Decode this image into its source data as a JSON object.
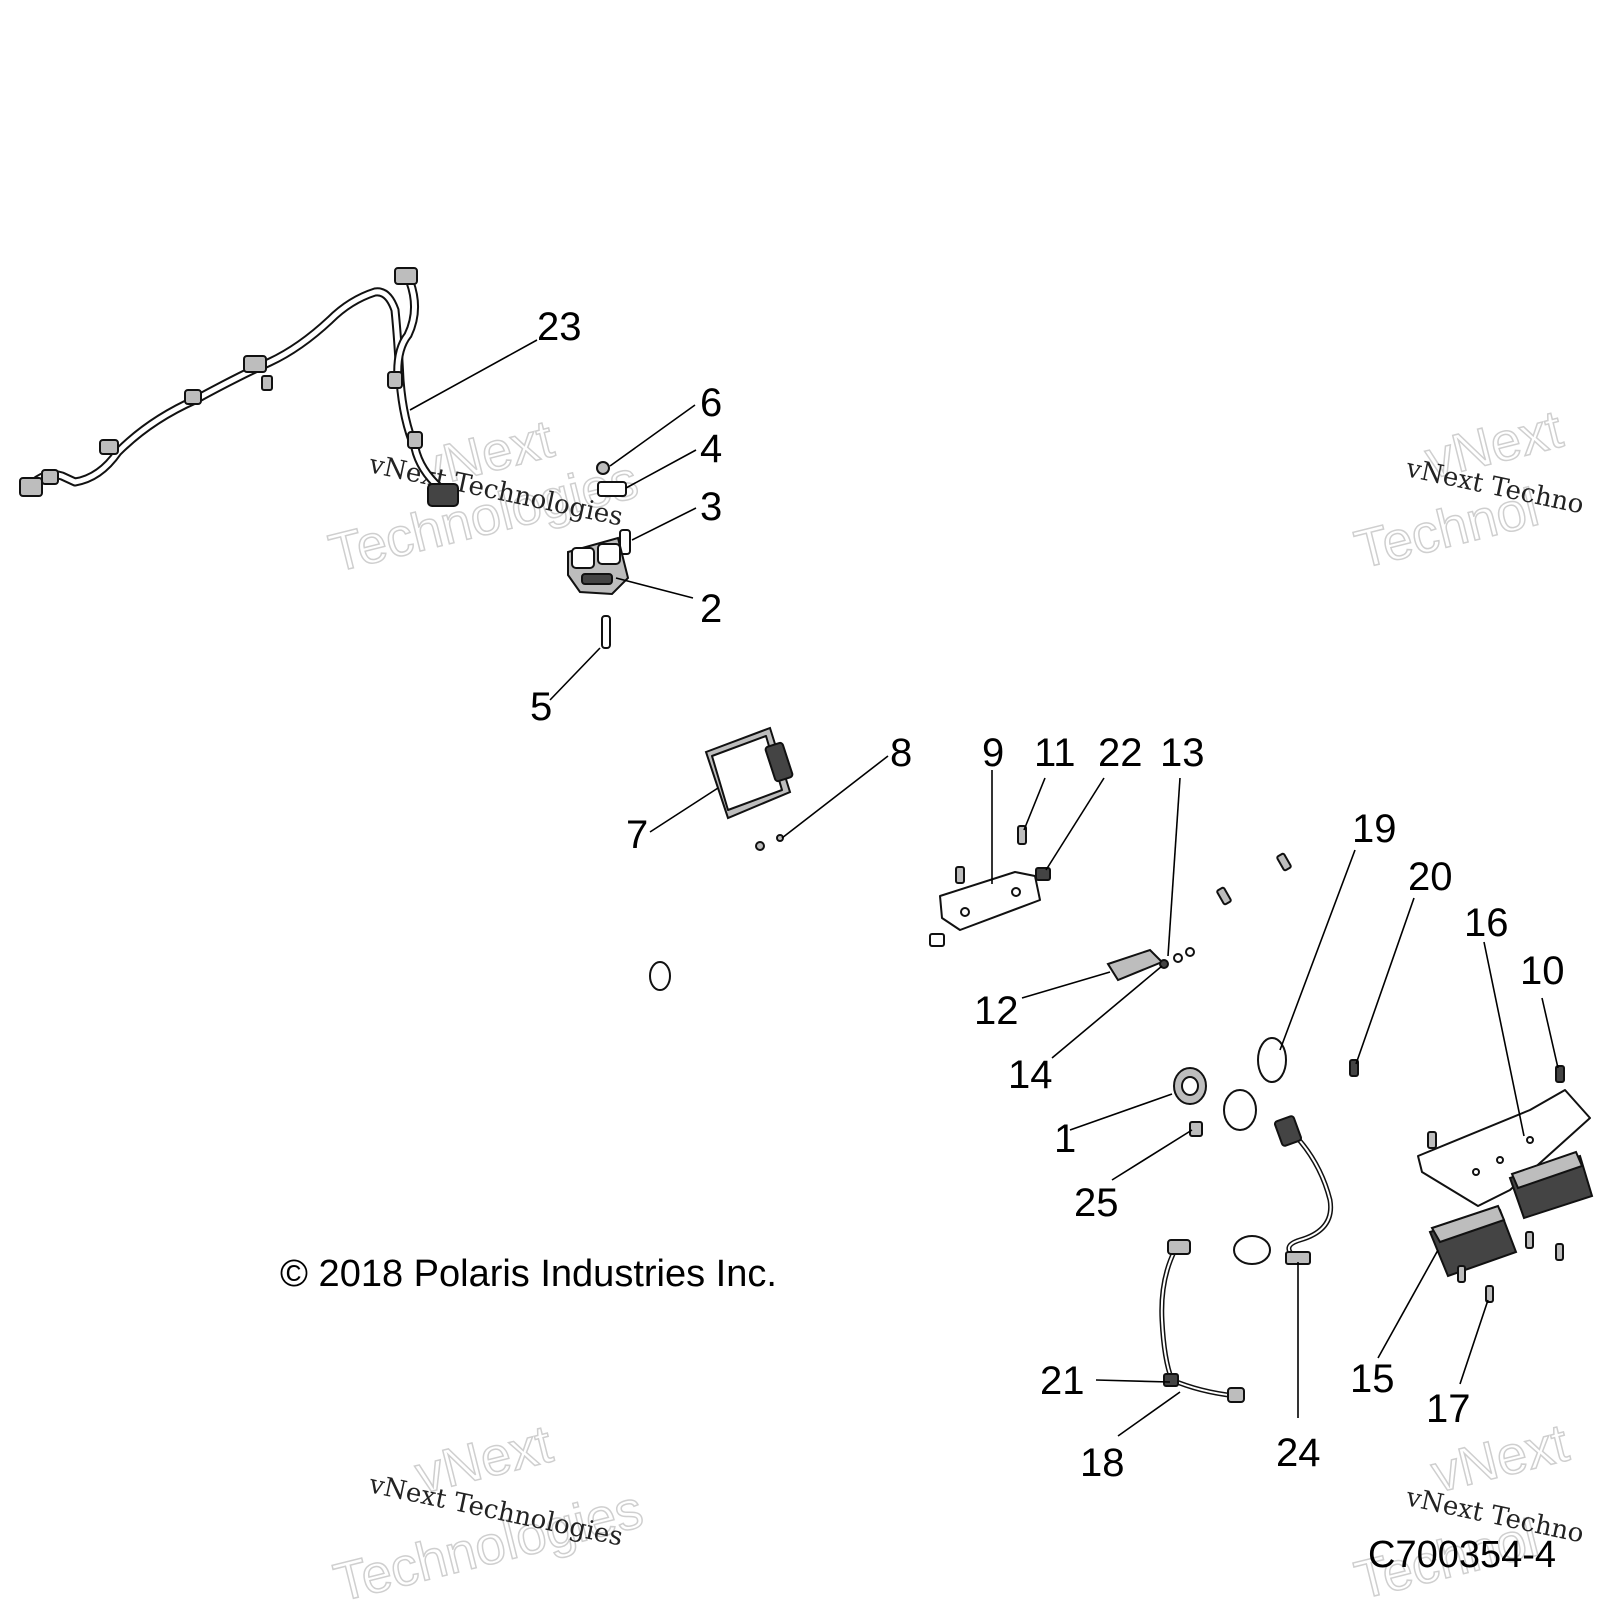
{
  "copyright": "© 2018 Polaris Industries Inc.",
  "drawing_id": "C700354-4",
  "watermark": {
    "line1": "vNext",
    "line2": "Technologies",
    "caption": "vNext Technologies",
    "caption_cut": "vNext Techno",
    "line1_cut": "vNext",
    "line2_cut": "Technol"
  },
  "callouts": {
    "c1": "1",
    "c2": "2",
    "c3": "3",
    "c4": "4",
    "c5": "5",
    "c6": "6",
    "c7": "7",
    "c8": "8",
    "c9": "9",
    "c10": "10",
    "c11": "11",
    "c12": "12",
    "c13": "13",
    "c14": "14",
    "c15": "15",
    "c16": "16",
    "c17": "17",
    "c18": "18",
    "c19": "19",
    "c20": "20",
    "c21": "21",
    "c22": "22",
    "c23": "23",
    "c24": "24",
    "c25": "25"
  }
}
